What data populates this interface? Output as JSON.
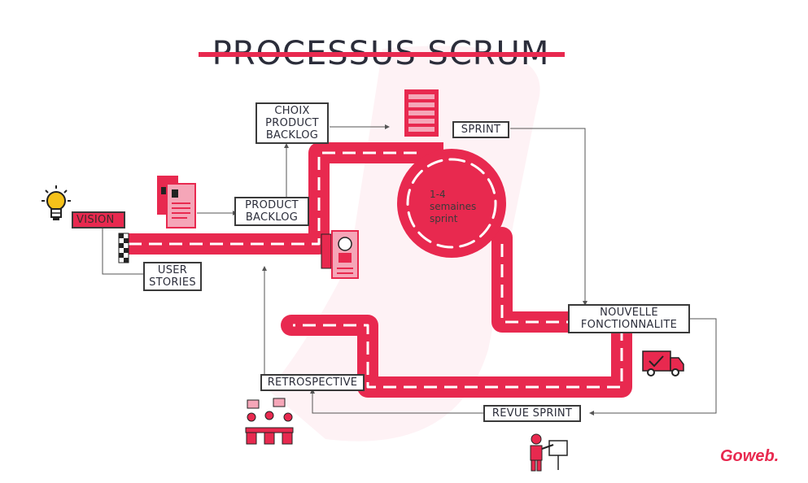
{
  "title": "PROCESSUS SCRUM",
  "brand": "Goweb.",
  "center": {
    "line1": "1-4",
    "line2": "semaines",
    "line3": "sprint"
  },
  "labels": {
    "vision": "VISION",
    "user_stories": [
      "USER",
      "STORIES"
    ],
    "product_backlog": [
      "PRODUCT",
      "BACKLOG"
    ],
    "choix_product_backlog": [
      "CHOIX",
      "PRODUCT",
      "BACKLOG"
    ],
    "sprint": "SPRINT",
    "nouvelle_fonctionnalite": [
      "NOUVELLE",
      "FONCTIONNALITE"
    ],
    "revue_sprint": "REVUE SPRINT",
    "retrospective": "RETROSPECTIVE"
  },
  "icons": [
    "lightbulb-icon",
    "checkered-flag-icon",
    "documents-icon",
    "backlog-stack-icon",
    "scrum-master-icon",
    "delivery-truck-icon",
    "team-meeting-icon",
    "presenter-icon"
  ],
  "colors": {
    "road": "#e8294f",
    "accent": "#e8294f",
    "text": "#2b2d3a",
    "connector": "#555555"
  }
}
